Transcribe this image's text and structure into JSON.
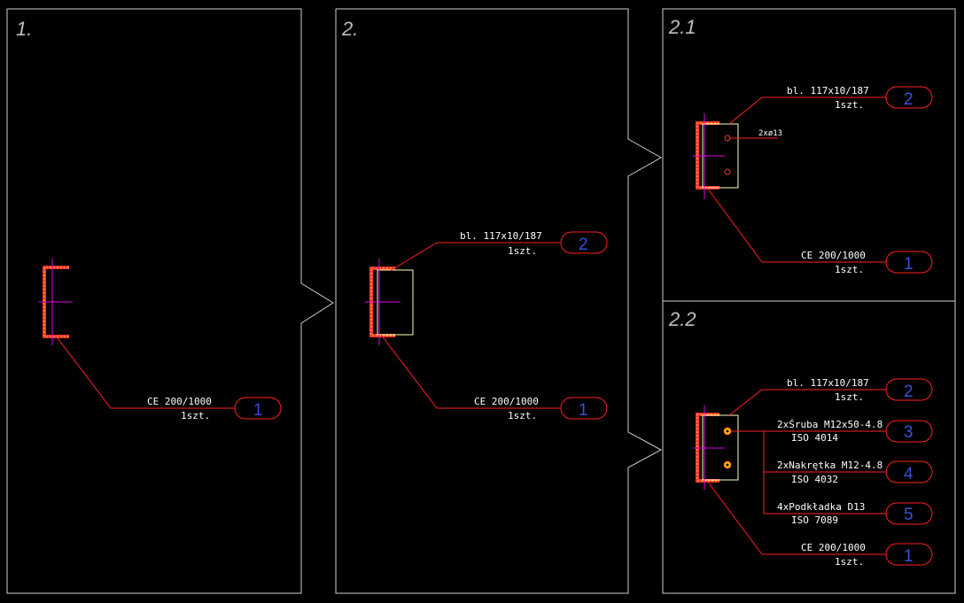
{
  "panels": {
    "p1": {
      "title": "1."
    },
    "p2": {
      "title": "2."
    },
    "p21": {
      "title": "2.1"
    },
    "p22": {
      "title": "2.2"
    }
  },
  "callouts": {
    "profile": {
      "name": "CE 200/1000",
      "qty": "1szt.",
      "num": "1"
    },
    "plate": {
      "name": "bl. 117x10/187",
      "qty": "1szt.",
      "num": "2"
    },
    "bolt": {
      "name": "2xŚruba M12x50-4.8",
      "std": "ISO 4014",
      "num": "3"
    },
    "nut": {
      "name": "2xNakrętka M12-4.8",
      "std": "ISO 4032",
      "num": "4"
    },
    "washer": {
      "name": "4xPodkładka D13",
      "std": "ISO 7089",
      "num": "5"
    }
  },
  "hole_note": "2xø13",
  "colors": {
    "line": "#ff2020",
    "frame": "#d0d0d0",
    "plate": "#ffffc0",
    "axis": "#e000e0",
    "balloon_text": "#3a4fd8",
    "profile": "#ff3333",
    "hatch": "#ffcc00"
  }
}
